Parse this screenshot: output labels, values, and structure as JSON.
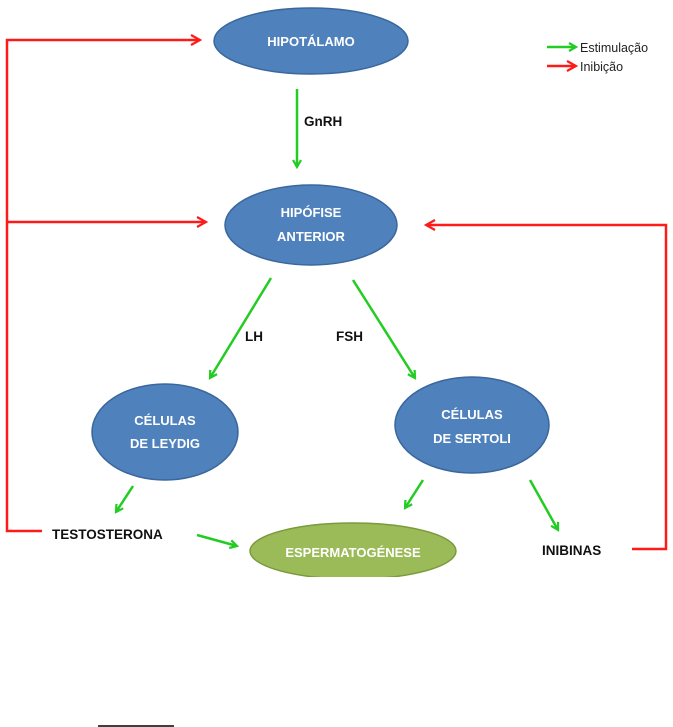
{
  "colors": {
    "node_blue": "#4f81bd",
    "node_blue_stroke": "#3a679c",
    "node_green": "#9bbb59",
    "node_green_stroke": "#7a9a3c",
    "stimulation": "#22cc22",
    "inhibition": "#ff1a1a"
  },
  "legend": {
    "stimulation": "Estimulação",
    "inhibition": "Inibição"
  },
  "nodes": {
    "hipotalamo": "HIPOTÁLAMO",
    "hipofise_line1": "HIPÓFISE",
    "hipofise_line2": "ANTERIOR",
    "leydig_line1": "CÉLULAS",
    "leydig_line2": "DE LEYDIG",
    "sertoli_line1": "CÉLULAS",
    "sertoli_line2": "DE SERTOLI",
    "espermatogenese": "ESPERMATOGÉNESE"
  },
  "hormones": {
    "gnrh": "GnRH",
    "lh": "LH",
    "fsh": "FSH",
    "testosterona": "TESTOSTERONA",
    "inibinas": "INIBINAS"
  }
}
